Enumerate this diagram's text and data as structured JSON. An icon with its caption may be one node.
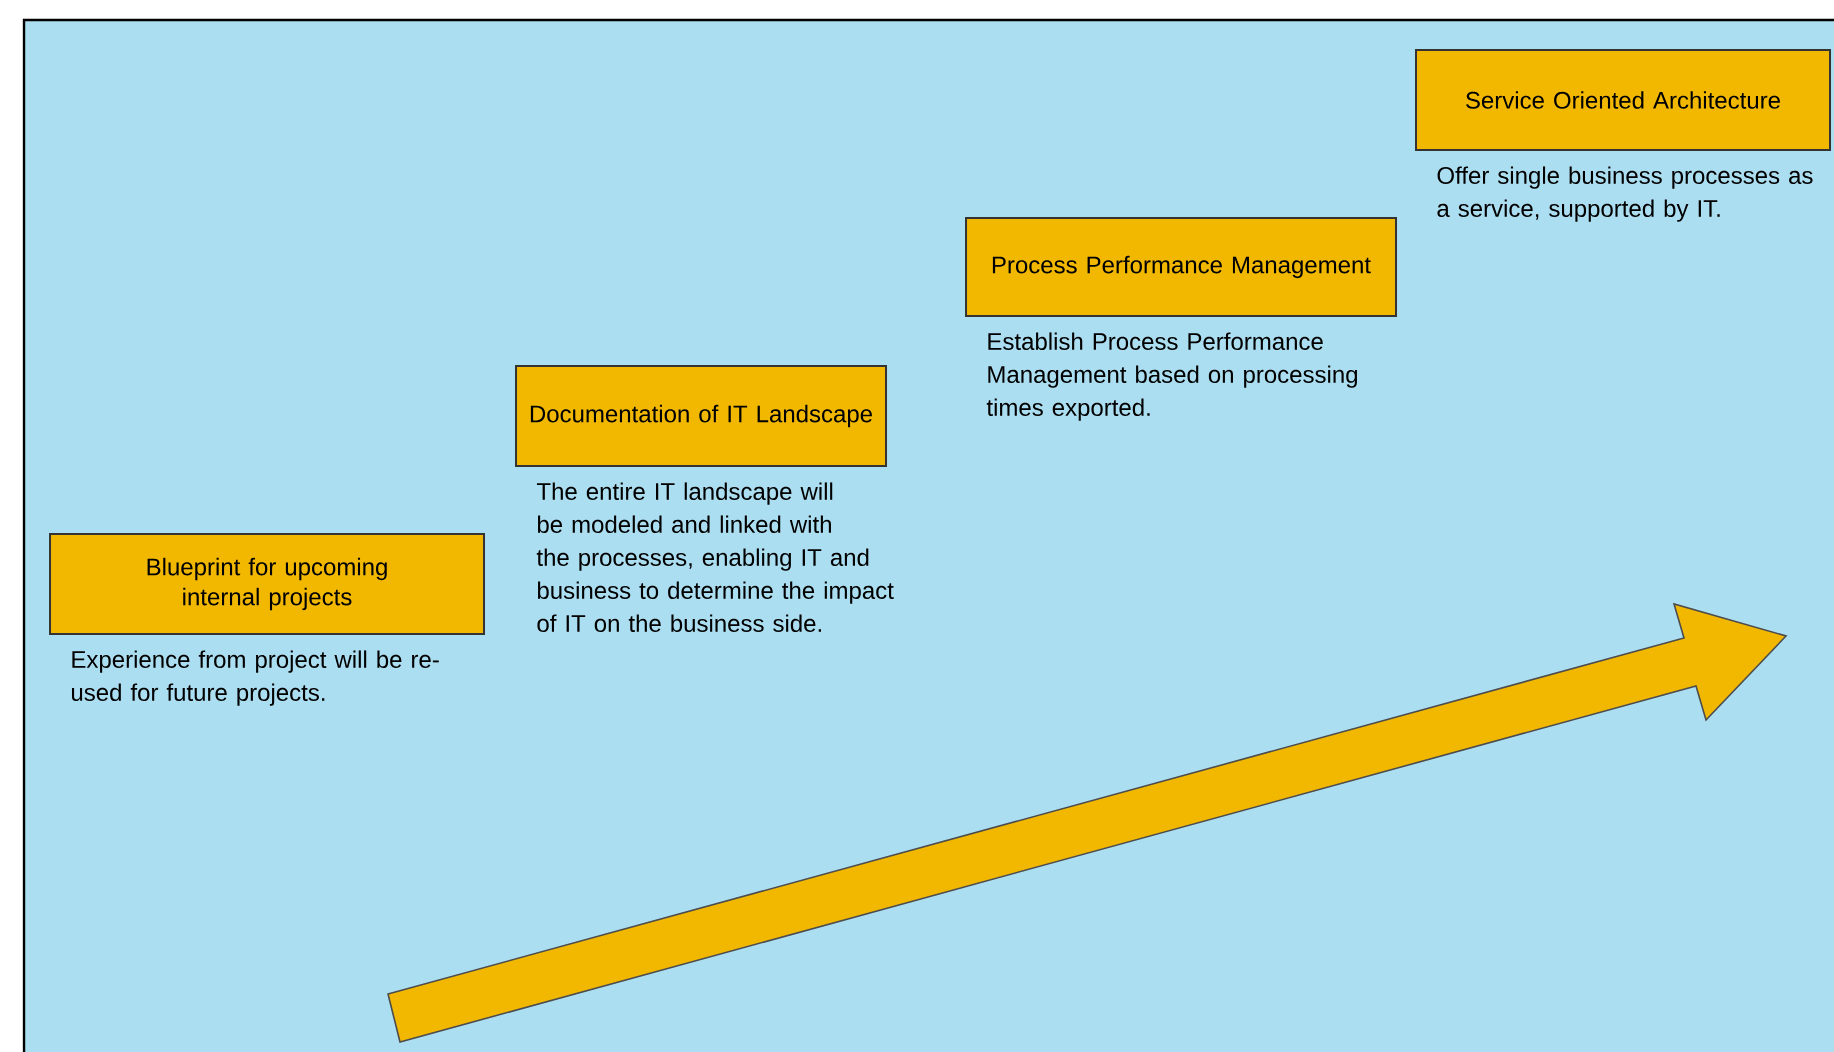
{
  "diagram": {
    "nodes": [
      {
        "text": [
          "Blueprint for upcoming internal projects"
        ],
        "beside": [
          "Experience from project will be re-used for future projects."
        ]
      },
      {
        "text": [
          "Documentation of IT Landscape"
        ],
        "beside": [
          "The entire IT landscape will be modeled and linked with the processes, enabling IT and business to determine the impact of IT on the business side."
        ]
      },
      {
        "text": [
          "Process Performance Management"
        ],
        "beside": [
          "Establish Process Performance Management based on processing times exported."
        ]
      },
      {
        "text": [
          "Service Oriented Architecture"
        ],
        "beside": [
          "Offer single business processes as a service, supported by IT."
        ]
      }
    ],
    "edges": []
  }
}
